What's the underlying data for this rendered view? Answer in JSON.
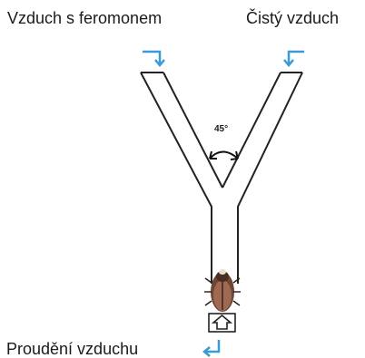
{
  "labels": {
    "inlet_left": "Vzduch s feromonem",
    "inlet_right": "Čistý vzduch",
    "outlet": "Proudění vzduchu",
    "angle": "45°"
  },
  "icons": {
    "insect": "beetle-icon",
    "flow_up": "up-arrow-icon",
    "flow_in_left": "bent-arrow-down-icon",
    "flow_in_right": "bent-arrow-down-icon",
    "flow_out": "bent-arrow-left-icon",
    "angle_arc": "curved-double-arrow-icon"
  },
  "colors": {
    "arrow_blue": "#3a9bd6",
    "tube_outline": "#222222",
    "insect_body": "#8a5a44"
  }
}
